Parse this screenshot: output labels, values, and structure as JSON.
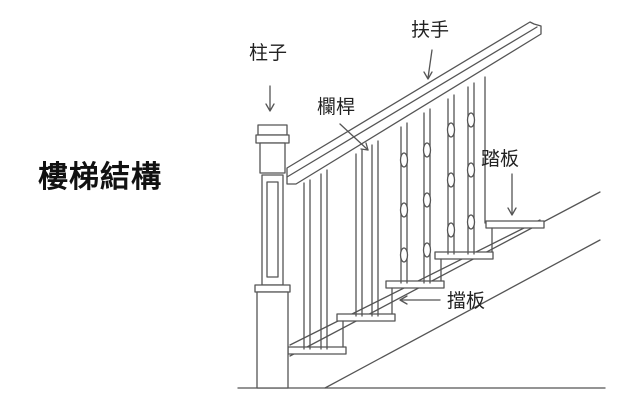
{
  "title": "樓梯結構",
  "labels": {
    "post": "柱子",
    "baluster": "欄桿",
    "handrail": "扶手",
    "tread": "踏板",
    "riser": "擋板"
  },
  "colors": {
    "line": "#555555",
    "text": "#222222",
    "background": "#ffffff"
  }
}
